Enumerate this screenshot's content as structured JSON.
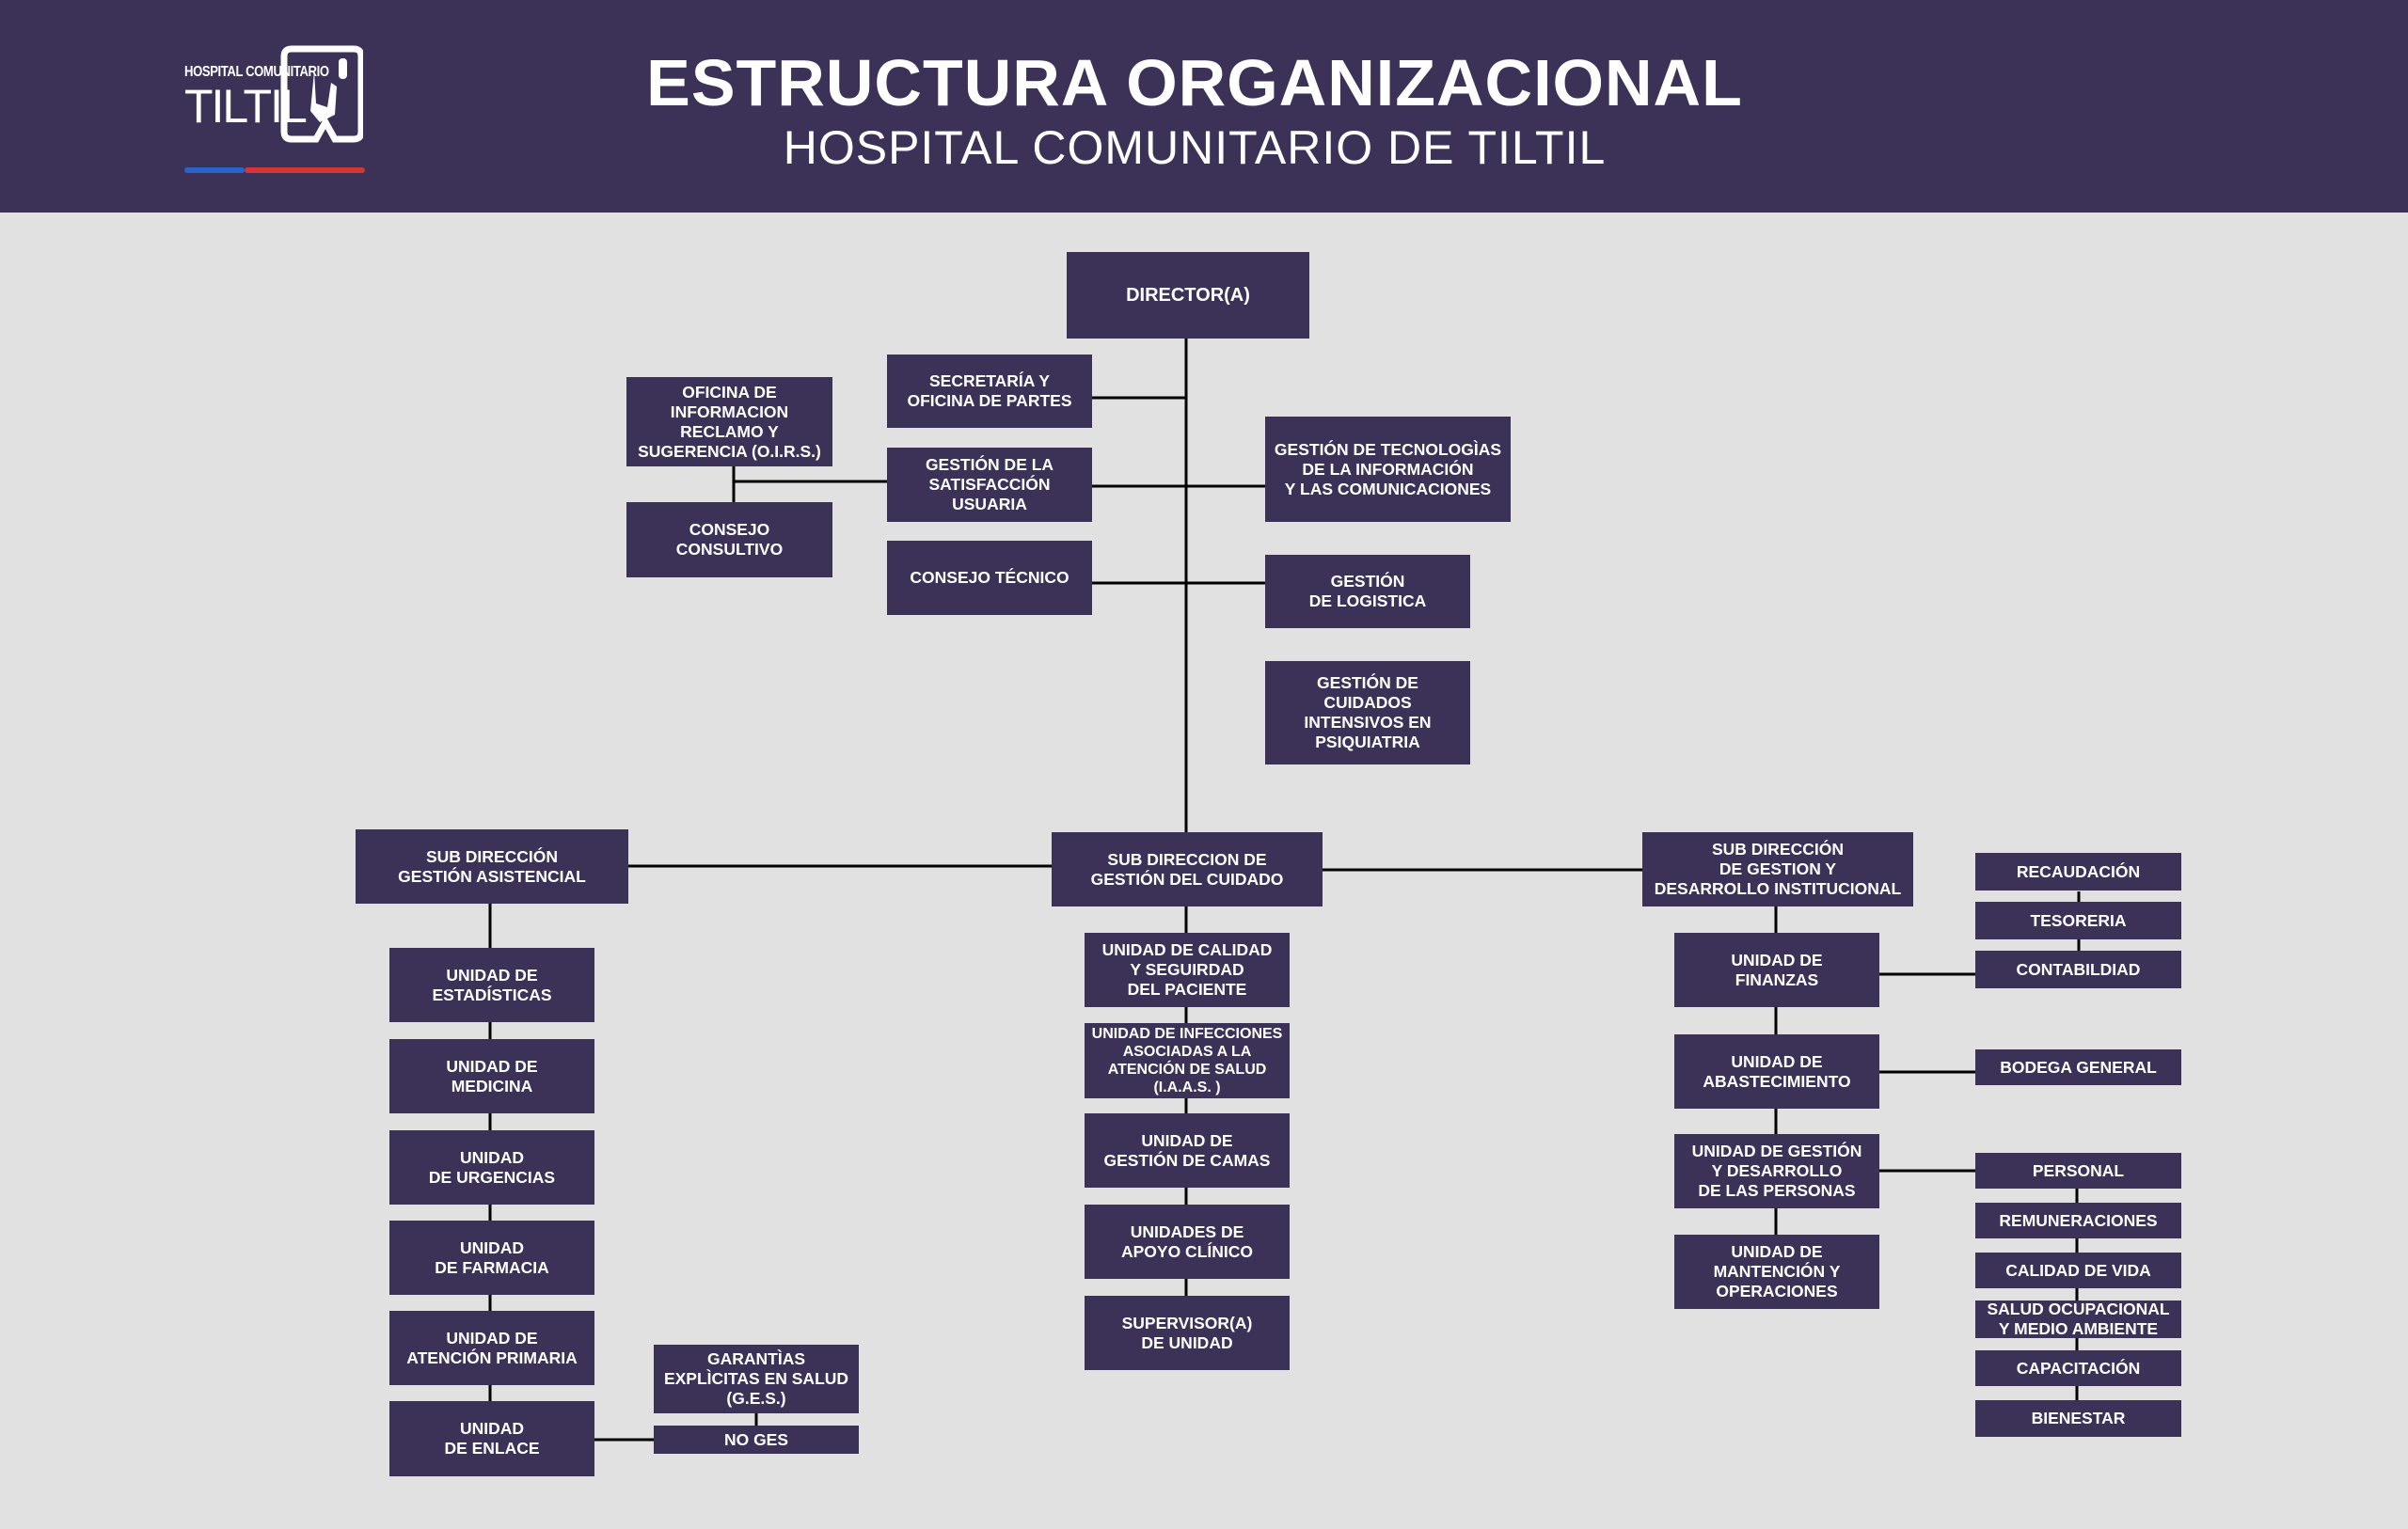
{
  "header": {
    "logo_top": "HOSPITAL COMUNITARIO",
    "logo_name": "TILTIL",
    "title": "ESTRUCTURA ORGANIZACIONAL",
    "subtitle": "HOSPITAL COMUNITARIO DE TILTIL"
  },
  "colors": {
    "header_bg": "#3c3258",
    "box_bg": "#3c3258",
    "canvas_bg": "#e1e1e2",
    "line": "#000000",
    "flag_blue": "#2a63c9",
    "flag_red": "#d43434"
  },
  "icons": {
    "logo": "hospital-logo-icon"
  },
  "chart": {
    "director": "DIRECTOR(A)",
    "secretaria": "SECRETARÍA Y\nOFICINA DE PARTES",
    "oirs": "OFICINA DE\nINFORMACION\nRECLAMO Y\nSUGERENCIA (O.I.R.S.)",
    "satisfaccion": "GESTIÓN DE LA\nSATISFACCIÓN\nUSUARIA",
    "consejo_consultivo": "CONSEJO\nCONSULTIVO",
    "consejo_tecnico": "CONSEJO TÉCNICO",
    "tecnologias": "GESTIÓN DE TECNOLOGÌAS\nDE LA INFORMACIÓN\nY LAS COMUNICACIONES",
    "logistica": "GESTIÓN\nDE LOGISTICA",
    "cuidados_intensivos": "GESTIÓN DE CUIDADOS\nINTENSIVOS EN\nPSIQUIATRIA",
    "sd_asistencial": {
      "title": "SUB DIRECCIÓN\nGESTIÓN ASISTENCIAL",
      "units": [
        "UNIDAD DE\nESTADÍSTICAS",
        "UNIDAD DE\nMEDICINA",
        "UNIDAD\nDE URGENCIAS",
        "UNIDAD\nDE FARMACIA",
        "UNIDAD DE\nATENCIÓN PRIMARIA",
        "UNIDAD\nDE  ENLACE"
      ],
      "enlace_sub": [
        "GARANTÌAS\nEXPLÌCITAS EN SALUD\n(G.E.S.)",
        "NO GES"
      ]
    },
    "sd_cuidado": {
      "title": "SUB DIRECCION DE\nGESTIÓN DEL CUIDADO",
      "units": [
        "UNIDAD DE CALIDAD\nY SEGUIRDAD\nDEL PACIENTE",
        "UNIDAD DE INFECCIONES\nASOCIADAS A LA\nATENCIÓN DE SALUD\n(I.A.A.S. )",
        "UNIDAD DE\nGESTIÓN DE CAMAS",
        "UNIDADES DE\nAPOYO CLÍNICO",
        "SUPERVISOR(A)\nDE UNIDAD"
      ]
    },
    "sd_institucional": {
      "title": "SUB DIRECCIÓN\nDE GESTION Y\nDESARROLLO INSTITUCIONAL",
      "units": [
        "UNIDAD DE\nFINANZAS",
        "UNIDAD DE\nABASTECIMIENTO",
        "UNIDAD DE GESTIÓN\nY DESARROLLO\nDE LAS PERSONAS",
        "UNIDAD DE\nMANTENCIÓN Y\nOPERACIONES"
      ],
      "finanzas_sub": [
        "RECAUDACIÓN",
        "TESORERIA",
        "CONTABILDIAD"
      ],
      "abastecimiento_sub": [
        "BODEGA GENERAL"
      ],
      "personas_sub": [
        "PERSONAL",
        "REMUNERACIONES",
        "CALIDAD DE VIDA",
        "SALUD OCUPACIONAL\nY MEDIO AMBIENTE",
        "CAPACITACIÓN",
        "BIENESTAR"
      ]
    }
  }
}
